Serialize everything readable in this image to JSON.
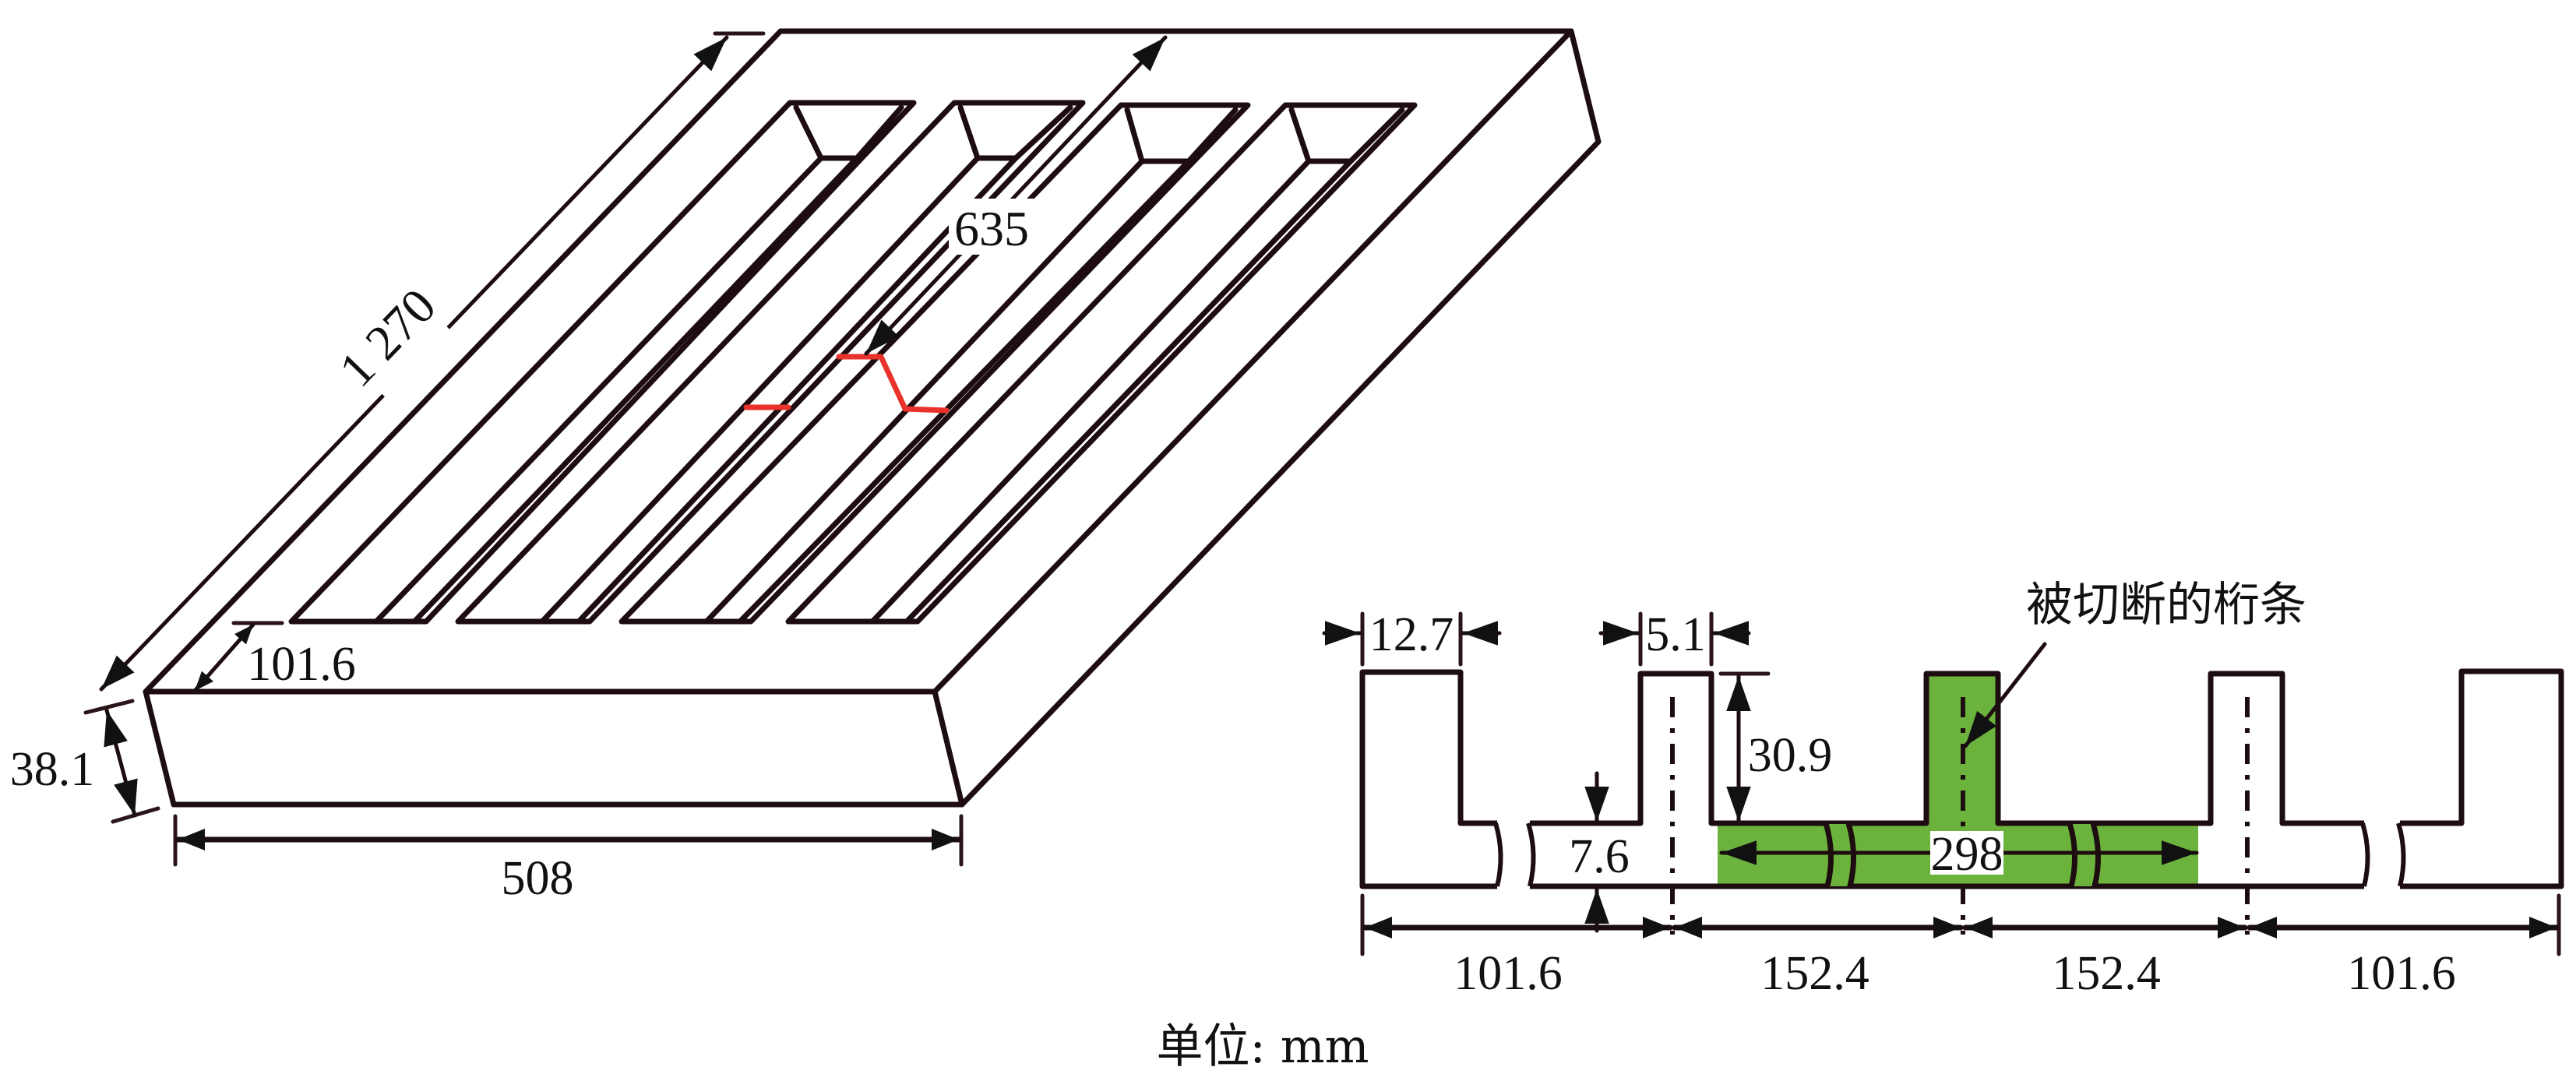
{
  "isometric_view": {
    "length_label": "1 270",
    "width_label": "508",
    "height_label": "38.1",
    "edge_margin_label": "101.6",
    "cut_position_label": "635",
    "slot_count": 4
  },
  "cross_section": {
    "stringer_label": "被切断的桁条",
    "flange_width_label": "12.7",
    "web_thickness_label": "5.1",
    "stiffener_height_label": "30.9",
    "skin_thickness_label": "7.6",
    "cut_length_label": "298",
    "spacing_labels": [
      "101.6",
      "152.4",
      "152.4",
      "101.6"
    ]
  },
  "caption": {
    "units": "单位: mm"
  },
  "colors": {
    "line": "#1e0d10",
    "cut_line": "#e8322b",
    "cut_stringer_fill": "#6cb33e"
  }
}
